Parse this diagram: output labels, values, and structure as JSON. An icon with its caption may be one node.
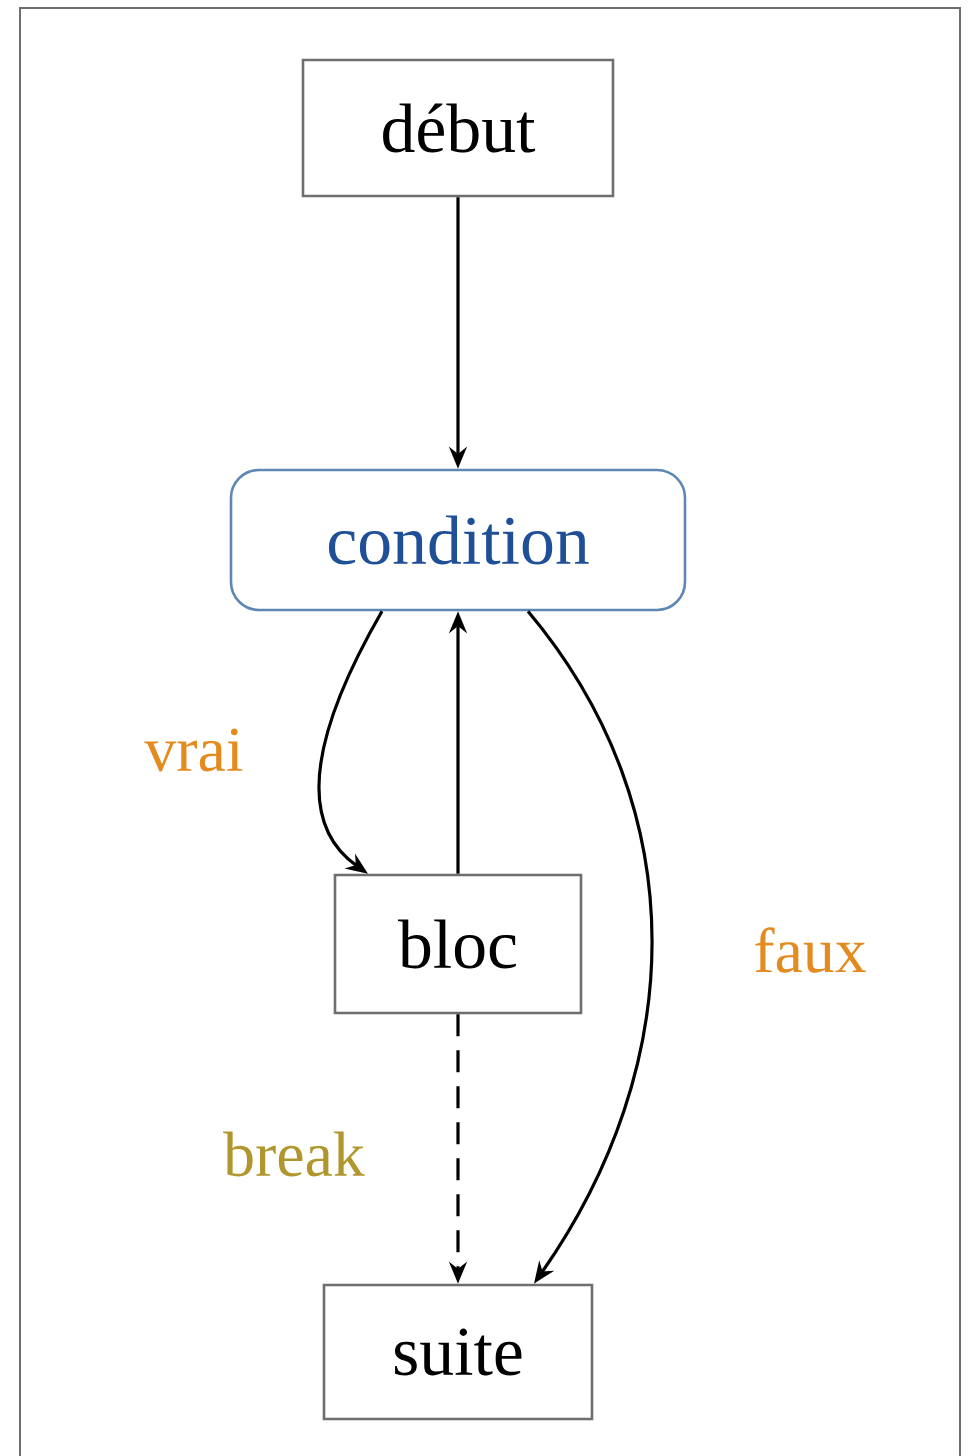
{
  "diagram": {
    "nodes": [
      {
        "text": [
          "début"
        ]
      },
      {
        "text": [
          "condition"
        ]
      },
      {
        "text": [
          "bloc"
        ]
      },
      {
        "text": [
          "suite"
        ]
      }
    ],
    "edges": [
      {
        "from": 0,
        "to": 1,
        "arrow": "to"
      },
      {
        "from": 1,
        "to": 2,
        "arrow": "to",
        "label": "vrai"
      },
      {
        "from": 2,
        "to": 1,
        "arrow": "to"
      },
      {
        "from": 1,
        "to": 3,
        "arrow": "to",
        "label": "faux"
      },
      {
        "from": 2,
        "to": 3,
        "arrow": "to",
        "label": "break",
        "style": "dashed"
      }
    ]
  }
}
